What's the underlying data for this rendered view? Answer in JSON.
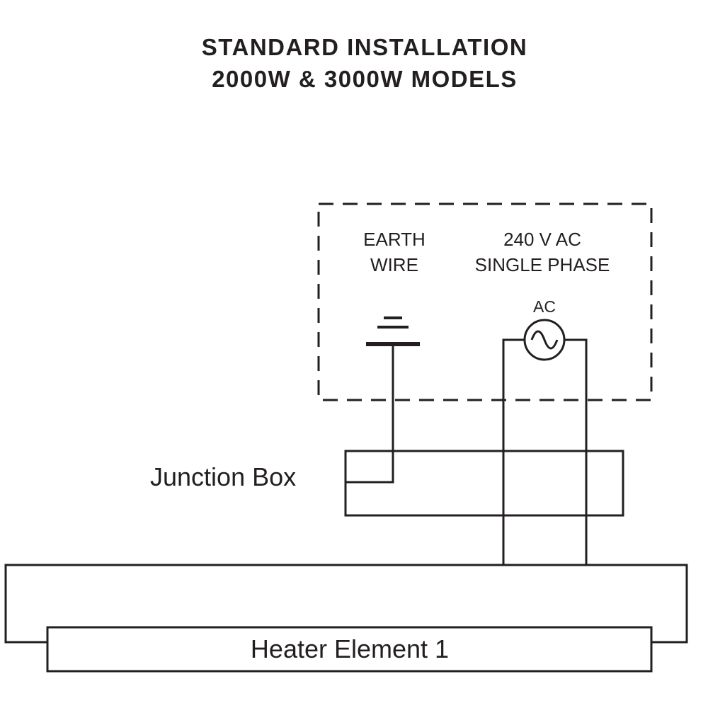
{
  "title": {
    "line1": "STANDARD INSTALLATION",
    "line2": "2000W & 3000W MODELS"
  },
  "colors": {
    "accent": "#d94f3b",
    "line": "#231f20",
    "background": "#ffffff"
  },
  "supply": {
    "earth_line1": "EARTH",
    "earth_line2": "WIRE",
    "phase_line1": "240 V AC",
    "phase_line2": "SINGLE PHASE",
    "ac_source_label": "AC"
  },
  "junction_box": {
    "label": "Junction Box"
  },
  "heater_element": {
    "label": "Heater Element 1"
  }
}
